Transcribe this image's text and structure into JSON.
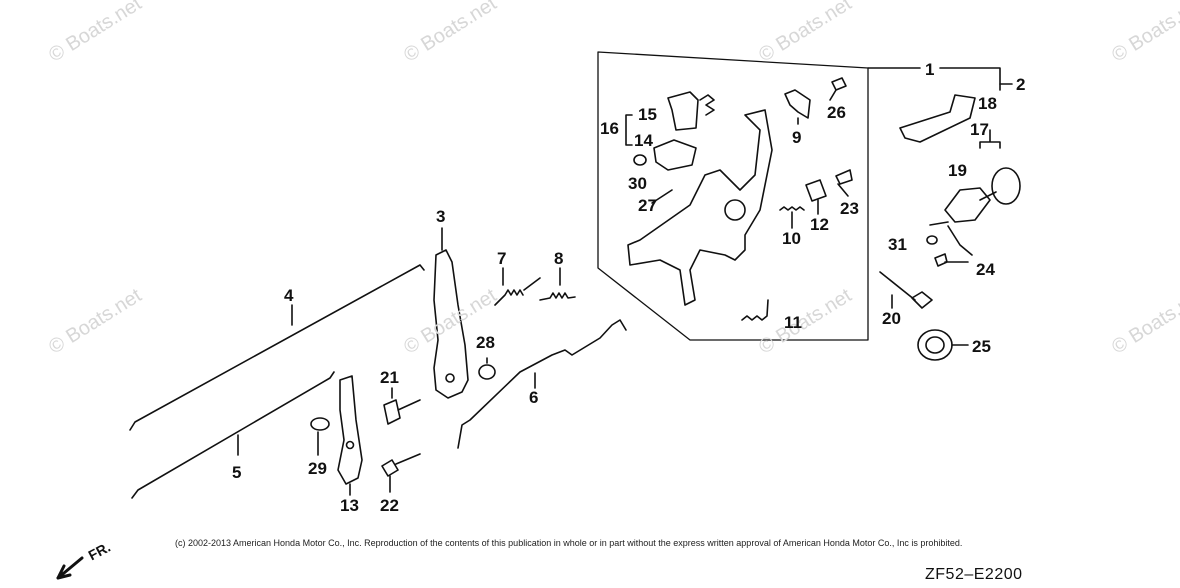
{
  "watermark": "© Boats.net",
  "callouts": [
    {
      "id": "1",
      "label": "1"
    },
    {
      "id": "2",
      "label": "2"
    },
    {
      "id": "3",
      "label": "3"
    },
    {
      "id": "4",
      "label": "4"
    },
    {
      "id": "5",
      "label": "5"
    },
    {
      "id": "6",
      "label": "6"
    },
    {
      "id": "7",
      "label": "7"
    },
    {
      "id": "8",
      "label": "8"
    },
    {
      "id": "9",
      "label": "9"
    },
    {
      "id": "10",
      "label": "10"
    },
    {
      "id": "11",
      "label": "11"
    },
    {
      "id": "12",
      "label": "12"
    },
    {
      "id": "13",
      "label": "13"
    },
    {
      "id": "14",
      "label": "14"
    },
    {
      "id": "15",
      "label": "15"
    },
    {
      "id": "16",
      "label": "16"
    },
    {
      "id": "17",
      "label": "17"
    },
    {
      "id": "18",
      "label": "18"
    },
    {
      "id": "19",
      "label": "19"
    },
    {
      "id": "20",
      "label": "20"
    },
    {
      "id": "21",
      "label": "21"
    },
    {
      "id": "22",
      "label": "22"
    },
    {
      "id": "23",
      "label": "23"
    },
    {
      "id": "24",
      "label": "24"
    },
    {
      "id": "25",
      "label": "25"
    },
    {
      "id": "26",
      "label": "26"
    },
    {
      "id": "27",
      "label": "27"
    },
    {
      "id": "28",
      "label": "28"
    },
    {
      "id": "29",
      "label": "29"
    },
    {
      "id": "30",
      "label": "30"
    },
    {
      "id": "31",
      "label": "31"
    }
  ],
  "footer": {
    "copyright": "(c) 2002-2013 American Honda Motor Co., Inc. Reproduction of the contents of this publication in whole or in part without the express written approval of American Honda Motor Co., Inc is prohibited.",
    "diagram_code": "ZF52–E2200",
    "direction_label": "FR."
  }
}
